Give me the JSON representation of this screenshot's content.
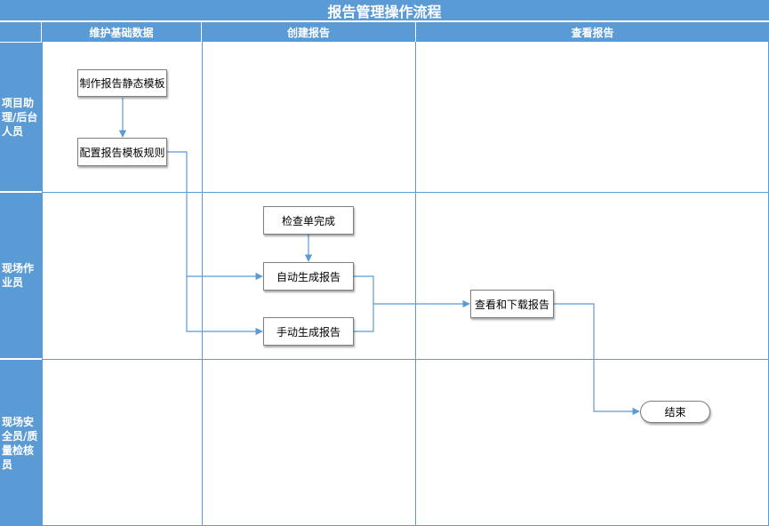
{
  "title": "报告管理操作流程",
  "columns": [
    "维护基础数据",
    "创建报告",
    "查看报告"
  ],
  "lanes": [
    "项目助理/后台人员",
    "现场作业员",
    "现场安全员/质量检核员"
  ],
  "nodes": {
    "make_template": "制作报告静态模板",
    "config_rules": "配置报告模板规则",
    "checklist_done": "检查单完成",
    "auto_report": "自动生成报告",
    "manual_report": "手动生成报告",
    "view_download": "查看和下载报告",
    "end": "结束"
  },
  "colors": {
    "header": "#5b9bd5",
    "connector": "#5b9bd5",
    "node_border": "#7f7f7f"
  }
}
